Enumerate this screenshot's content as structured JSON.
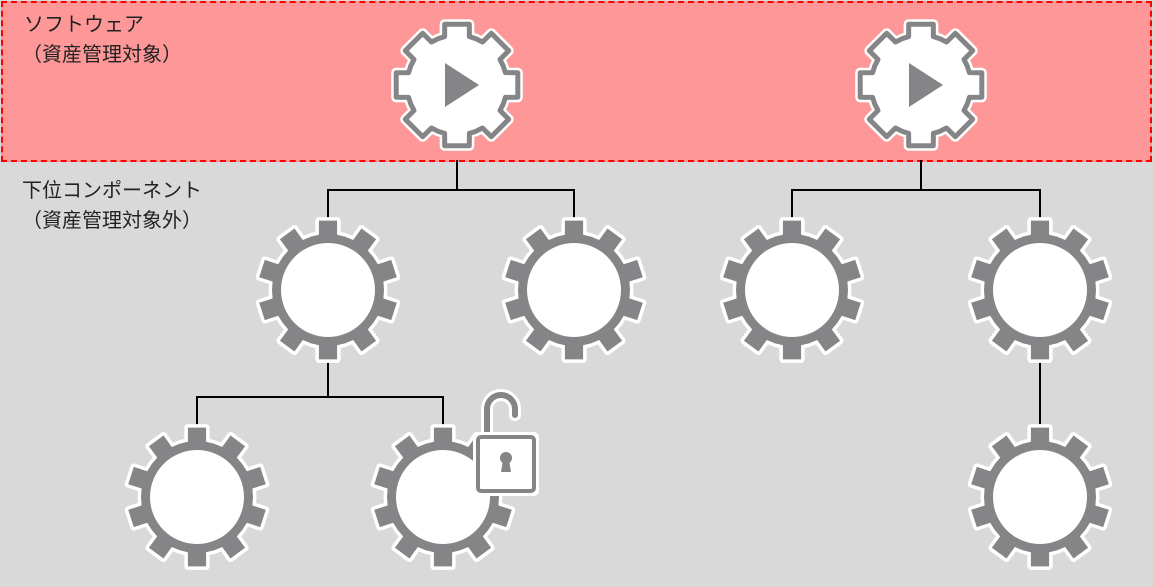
{
  "zones": {
    "software": {
      "title": "ソフトウェア",
      "subtitle": "（資産管理対象）",
      "fill": "#fe9898",
      "border": "#ff0000"
    },
    "components": {
      "title": "下位コンポーネント",
      "subtitle": "（資産管理対象外）",
      "fill": "#d9d9d9"
    }
  },
  "colors": {
    "gear": "#858587",
    "line": "#000000"
  },
  "nodes": [
    {
      "id": "sw1",
      "kind": "software",
      "icon": "play-gear-icon"
    },
    {
      "id": "sw2",
      "kind": "software",
      "icon": "play-gear-icon"
    },
    {
      "id": "c1",
      "kind": "component",
      "parent": "sw1",
      "icon": "gear-icon"
    },
    {
      "id": "c2",
      "kind": "component",
      "parent": "sw1",
      "icon": "gear-icon"
    },
    {
      "id": "c3",
      "kind": "component",
      "parent": "sw2",
      "icon": "gear-icon"
    },
    {
      "id": "c4",
      "kind": "component",
      "parent": "sw2",
      "icon": "gear-icon"
    },
    {
      "id": "c5",
      "kind": "component",
      "parent": "c1",
      "icon": "gear-icon"
    },
    {
      "id": "c6",
      "kind": "component",
      "parent": "c1",
      "icon": "gear-icon",
      "badge": "unlocked-padlock-icon"
    },
    {
      "id": "c7",
      "kind": "component",
      "parent": "c4",
      "icon": "gear-icon"
    }
  ]
}
